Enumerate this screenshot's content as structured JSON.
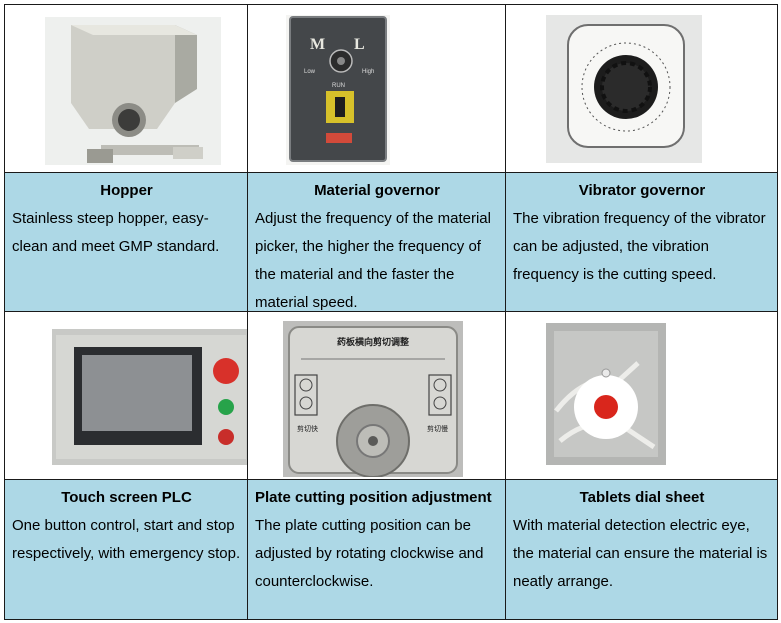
{
  "cells": [
    {
      "title": "Hopper",
      "desc": "Stainless steep hopper, easy-clean and meet GMP standard."
    },
    {
      "title": "Material governor",
      "desc": "Adjust the frequency of the material picker, the higher the frequency of the material and the faster the material speed.",
      "panel": {
        "label_m": "M",
        "label_l": "L",
        "label_low": "Low",
        "label_high": "High",
        "label_run": "RUN"
      }
    },
    {
      "title": "Vibrator governor",
      "desc": "The vibration frequency of the vibrator can be adjusted, the vibration frequency is the cutting speed."
    },
    {
      "title": "Touch screen PLC",
      "desc": "One button control, start and stop respectively, with emergency stop."
    },
    {
      "title": "Plate cutting position adjustment",
      "desc": "The plate cutting position can be adjusted by rotating clockwise and counterclockwise.",
      "panel": {
        "heading": "药板横向剪切调整",
        "left_label": "剪切快",
        "right_label": "剪切慢"
      }
    },
    {
      "title": "Tablets dial sheet",
      "desc": "With material detection electric eye, the material can ensure the material is neatly arrange."
    }
  ]
}
